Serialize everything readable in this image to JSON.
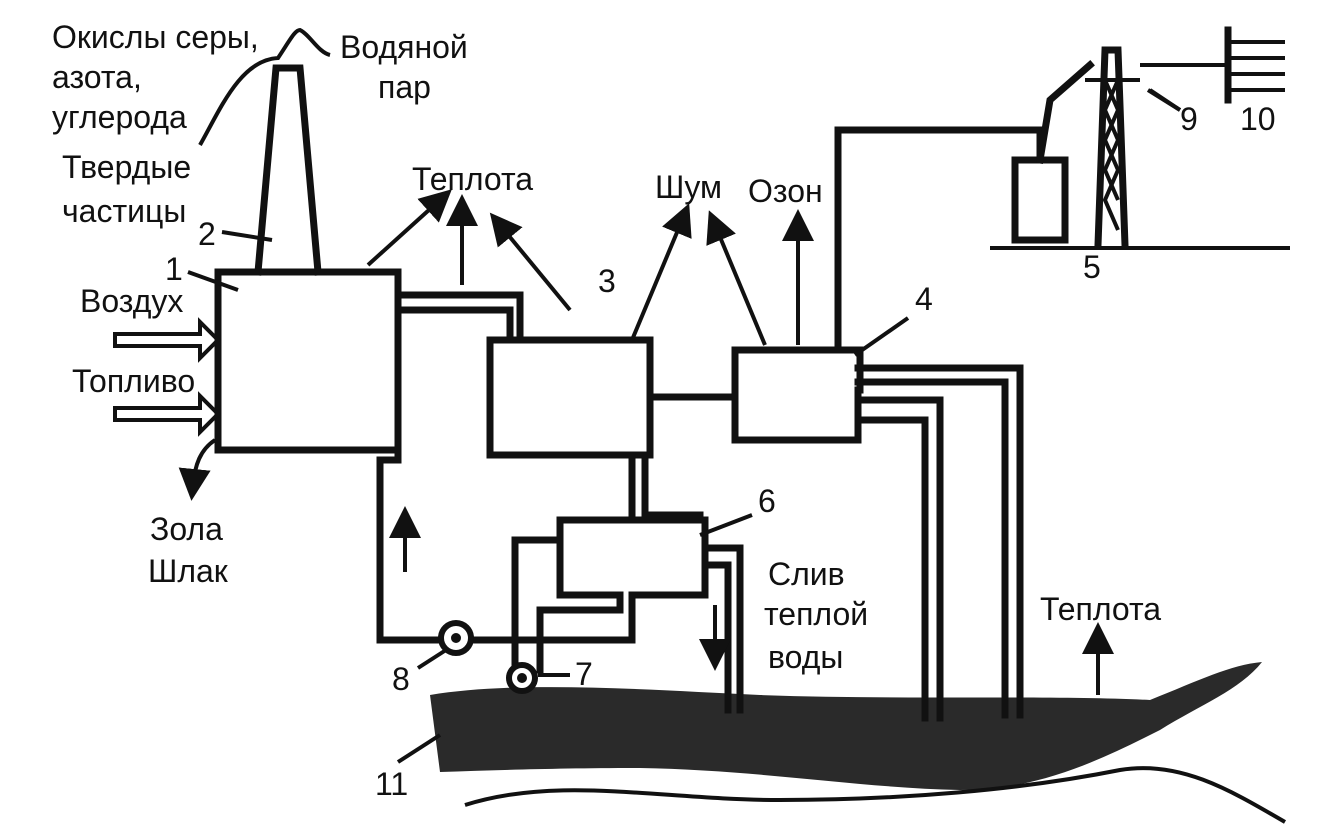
{
  "labels": {
    "oxides_line1": "Окислы серы,",
    "oxides_line2": "азота,",
    "oxides_line3": "углерода",
    "vapor_line1": "Водяной",
    "vapor_line2": "пар",
    "solids_line1": "Твердые",
    "solids_line2": "частицы",
    "heat_top": "Теплота",
    "noise": "Шум",
    "ozone": "Озон",
    "air": "Воздух",
    "fuel": "Топливо",
    "ash_line1": "Зола",
    "ash_line2": "Шлак",
    "drain_line1": "Слив",
    "drain_line2": "теплой",
    "drain_line3": "воды",
    "heat_right": "Теплота"
  },
  "numbers": {
    "n1": "1",
    "n2": "2",
    "n3": "3",
    "n4": "4",
    "n5": "5",
    "n6": "6",
    "n7": "7",
    "n8": "8",
    "n9": "9",
    "n10": "10",
    "n11": "11"
  },
  "colors": {
    "ink": "#111111",
    "water": "#2a2a2a",
    "paper": "#ffffff"
  }
}
